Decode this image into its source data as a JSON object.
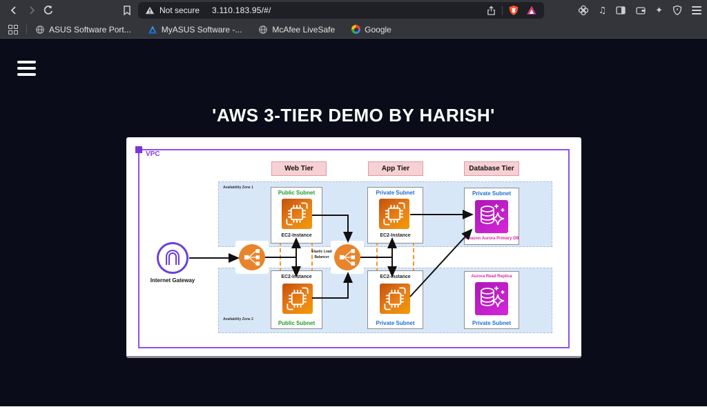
{
  "browser": {
    "toolbar": {
      "security_label": "Not secure",
      "url": "3.110.183.95/#/"
    },
    "bookmarks_bar": {
      "items": [
        {
          "label": "ASUS Software Port...",
          "icon": "globe-icon"
        },
        {
          "label": "MyASUS Software -...",
          "icon": "myasus-triangle-icon"
        },
        {
          "label": "McAfee LiveSafe",
          "icon": "globe-icon"
        },
        {
          "label": "Google",
          "icon": "google-g-icon"
        }
      ]
    },
    "glyphs": {
      "music_note": "♫",
      "sparkle": "✦"
    }
  },
  "page": {
    "title": "'AWS 3-TIER DEMO BY HARISH'"
  },
  "diagram": {
    "vpc_label": "VPC",
    "tier_headers": {
      "web": "Web Tier",
      "app": "App Tier",
      "db": "Database Tier"
    },
    "az1_label": "Availability Zone 1",
    "az2_label": "Availability Zone 2",
    "internet_gateway_label": "Internet Gateway",
    "elb_label": "Elastic Load Balancer",
    "web_az1": {
      "subnet": "Public Subnet",
      "instance": "EC2-Instance"
    },
    "web_az2": {
      "subnet": "Public Subnet",
      "instance": "EC2-Instance"
    },
    "app_az1": {
      "subnet": "Private Subnet",
      "instance": "EC2-Instance"
    },
    "app_az2": {
      "subnet": "Private Subnet",
      "instance": "EC2-Instance"
    },
    "db_az1": {
      "subnet": "Private Subnet",
      "db_label": "Amazon Aurora Primary DB"
    },
    "db_az2": {
      "subnet": "Private Subnet",
      "db_label": "Aurora Read Replica"
    }
  },
  "colors": {
    "page_background": "#0a0d19",
    "vpc_border": "#8b52e8",
    "az_band": "#d8e7f8",
    "tier_header_bg": "#f7d0d4",
    "autoscaling_dash": "#f5941f",
    "ec2_orange": "#e87f17",
    "elb_orange": "#e9842b",
    "aurora_magenta": "#c91fd0",
    "igw_purple": "#6b40dc",
    "public_subnet_green": "#1e9e27",
    "private_subnet_blue": "#1a6fd4",
    "brave_shield_orange": "#fb542b"
  }
}
